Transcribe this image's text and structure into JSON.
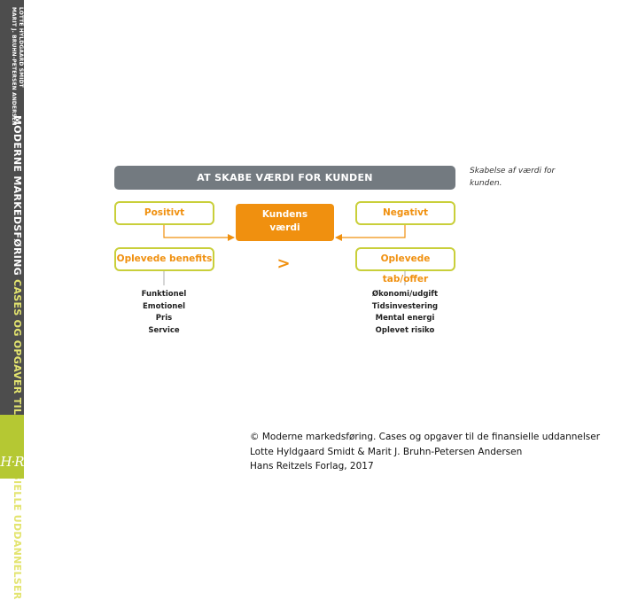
{
  "spine": {
    "authors_line1": "LOTTE HYLDGAARD SMIDT",
    "authors_line2": "MARIT J. BRUHN-PETERSEN ANDERSEN",
    "title_part1": "MODERNE ",
    "title_part2": "MARKEDSFØRING",
    "title_part3": " CASES OG OPGAVER TIL DE FINANSIELLE UDDANNELSER",
    "logo": "H·R",
    "colors": {
      "spine": "#4d4d4d",
      "green": "#b5c833"
    }
  },
  "diagram": {
    "header": "AT SKABE VÆRDI FOR KUNDEN",
    "caption": "Skabelse af værdi for kunden.",
    "positive": "Positivt",
    "negative": "Negativt",
    "center_line1": "Kundens",
    "center_line2": "værdi",
    "benefits": "Oplevede benefits",
    "loss": "Oplevede tab/offer",
    "comparator": ">",
    "left_items": [
      "Funktionel",
      "Emotionel",
      "Pris",
      "Service"
    ],
    "right_items": [
      "Økonomi/udgift",
      "Tidsinvestering",
      "Mental energi",
      "Oplevet risiko"
    ],
    "colors": {
      "accent": "#f0900f",
      "border": "#c9cf3a",
      "header": "#737a80"
    }
  },
  "footer": {
    "line1": "© Moderne markedsføring. Cases og opgaver til de finansielle uddannelser",
    "line2": "Lotte Hyldgaard Smidt & Marit J. Bruhn-Petersen Andersen",
    "line3": "Hans Reitzels Forlag, 2017"
  }
}
